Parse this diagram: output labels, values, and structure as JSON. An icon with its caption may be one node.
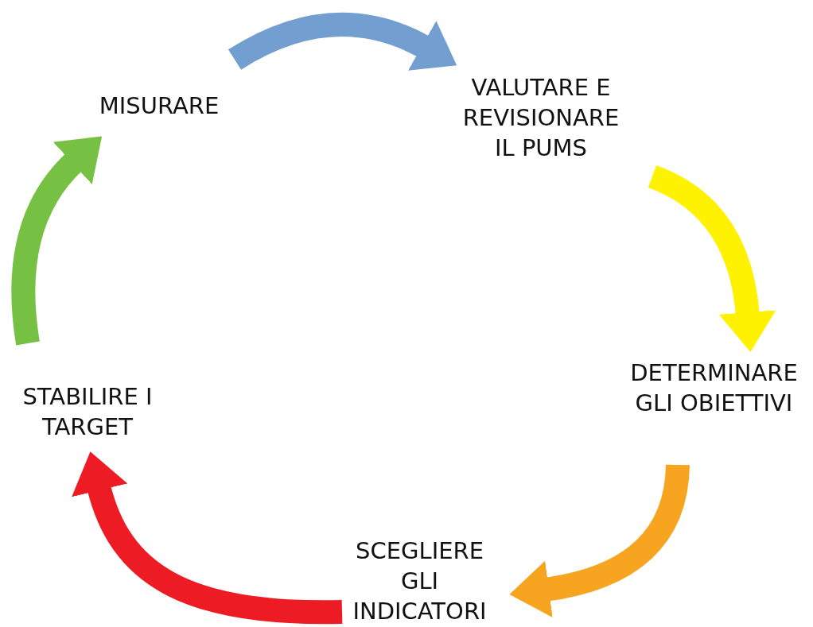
{
  "diagram": {
    "nodes": [
      {
        "text": [
          "MISURARE"
        ]
      },
      {
        "text": [
          "VALUTARE E REVISIONARE IL PUMS"
        ]
      },
      {
        "text": [
          "DETERMINARE GLI OBIETTIVI"
        ]
      },
      {
        "text": [
          "SCEGLIERE GLI INDICATORI"
        ]
      },
      {
        "text": [
          "STABILIRE I TARGET"
        ]
      }
    ],
    "edges": [
      {
        "from": 0,
        "to": 1,
        "arrow": "to",
        "color": "#729fcf"
      },
      {
        "from": 1,
        "to": 2,
        "arrow": "to",
        "color": "#fff200"
      },
      {
        "from": 2,
        "to": 3,
        "arrow": "to",
        "color": "#f7a521"
      },
      {
        "from": 3,
        "to": 4,
        "arrow": "to",
        "color": "#ed1c24"
      },
      {
        "from": 4,
        "to": 0,
        "arrow": "to",
        "color": "#76c043"
      }
    ]
  }
}
